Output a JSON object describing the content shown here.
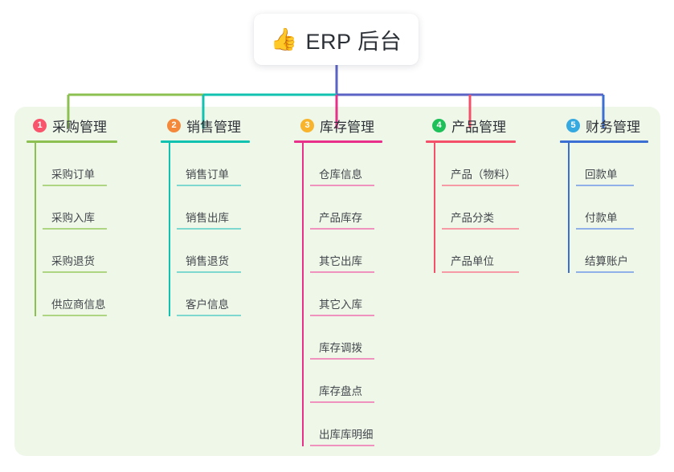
{
  "root": {
    "emoji": "👍",
    "emoji_name": "thumbs-up-emoji",
    "title": "ERP 后台"
  },
  "colors": {
    "panel_background": "#eef7e8",
    "card_background": "#ffffff",
    "root_connector": "#5b63c4",
    "text_primary": "#2f3238",
    "text_item": "#44474d"
  },
  "columns": [
    {
      "number": "1",
      "title": "采购管理",
      "badge_color": "#f9546b",
      "line_color": "#8cc152",
      "item_line_color": "#aed581",
      "items": [
        "采购订单",
        "采购入库",
        "采购退货",
        "供应商信息"
      ]
    },
    {
      "number": "2",
      "title": "销售管理",
      "badge_color": "#f4883b",
      "line_color": "#12c2b0",
      "item_line_color": "#7fd8cf",
      "items": [
        "销售订单",
        "销售出库",
        "销售退货",
        "客户信息"
      ]
    },
    {
      "number": "3",
      "title": "库存管理",
      "badge_color": "#f7b42c",
      "line_color": "#e8308a",
      "item_line_color": "#ef93be",
      "items": [
        "仓库信息",
        "产品库存",
        "其它出库",
        "其它入库",
        "库存调拨",
        "库存盘点",
        "出库库明细"
      ]
    },
    {
      "number": "4",
      "title": "产品管理",
      "badge_color": "#1ec05a",
      "line_color": "#f4506a",
      "item_line_color": "#f69aa6",
      "items": [
        "产品（物料）",
        "产品分类",
        "产品单位"
      ]
    },
    {
      "number": "5",
      "title": "财务管理",
      "badge_color": "#36a9e1",
      "line_color": "#3b6fd4",
      "item_line_color": "#8fb0e8",
      "items": [
        "回款单",
        "付款单",
        "结算账户"
      ]
    }
  ]
}
